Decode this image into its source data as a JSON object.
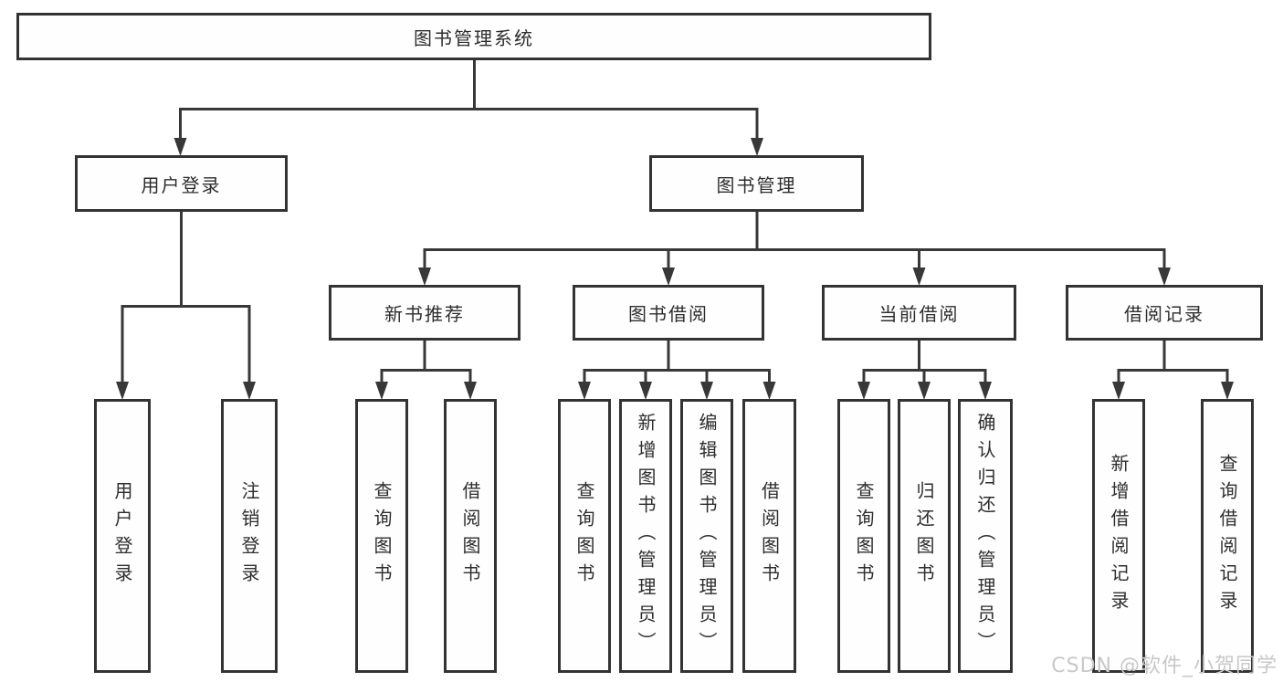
{
  "diagram": {
    "root": "图书管理系统",
    "level2": {
      "user_login": "用户登录",
      "book_mgmt": "图书管理"
    },
    "level3": {
      "new_book_rec": "新书推荐",
      "book_borrow": "图书借阅",
      "current_borrow": "当前借阅",
      "borrow_records": "借阅记录"
    },
    "leaves": {
      "user_login_children": {
        "login": "用户登录",
        "logout": "注销登录"
      },
      "new_book_rec_children": {
        "query": "查询图书",
        "borrow": "借阅图书"
      },
      "book_borrow_children": {
        "query": "查询图书",
        "add": "新增图书（管理员）",
        "edit": "编辑图书（管理员）",
        "borrow": "借阅图书"
      },
      "current_borrow_children": {
        "query": "查询图书",
        "return": "归还图书",
        "confirm": "确认归还（管理员）"
      },
      "borrow_records_children": {
        "add": "新增借阅记录",
        "query": "查询借阅记录"
      }
    },
    "colors": {
      "line": "#383838",
      "box_border": "#333333",
      "text": "#2d2d2d",
      "watermark_text": "#c8c8c8",
      "background": "#ffffff"
    }
  },
  "watermark": "CSDN @软件_小贺同学"
}
